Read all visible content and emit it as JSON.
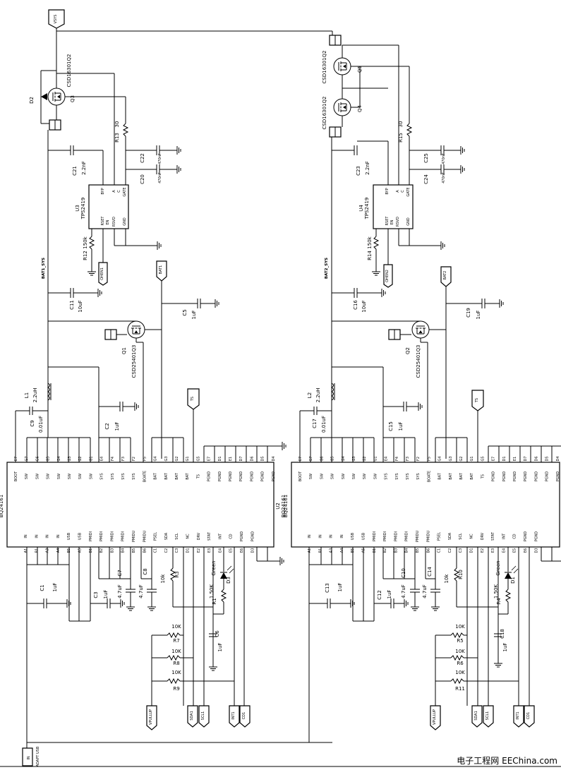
{
  "nets": {
    "vsys": "VSYS",
    "bat1_sys": "BAT1_SYS",
    "bat2_sys": "BAT2_SYS",
    "bat1": "BAT1",
    "bat2": "BAT2",
    "ts": "TS",
    "ts2": "TS",
    "ohen1": "OHEN1",
    "ohen2": "OHEN2",
    "in": "IN",
    "in_sub": "ADAPT USB",
    "vpullup1": "VPULLUP",
    "vpullup2": "VPULLUP",
    "sda1": "SDA1",
    "scl1": "SCL1",
    "int1": "INT1",
    "cd1": "CD1",
    "sda2": "SDA1",
    "scl2": "SCL1",
    "int2": "INT1",
    "cd2": "CD1"
  },
  "chargers": [
    {
      "ref": "U2",
      "part": "BQ24161",
      "top_pins": [
        "BOOT",
        "SW",
        "SW",
        "SW",
        "SW",
        "SW",
        "SW",
        "SW",
        "SYS",
        "SYS",
        "SYS",
        "SYS",
        "BOATE",
        "BAT",
        "BAT",
        "BAT",
        "BAT",
        "TS",
        "PGND",
        "PGND",
        "PGND",
        "PGND",
        "PGND",
        "PGND",
        "PGND"
      ],
      "top_nums": [
        "E7",
        "G7",
        "G6",
        "G5",
        "G4",
        "G3",
        "G2",
        "G1",
        "E4",
        "F4",
        "F3",
        "F2",
        "F5",
        "G4",
        "G3",
        "G2",
        "G1",
        "G5",
        "E7",
        "D1",
        "E1",
        "D7",
        "D6",
        "D5",
        "D4"
      ],
      "bot_pins": [
        "IN",
        "IN",
        "IN",
        "IN",
        "USB",
        "USB",
        "PMIDI",
        "PMIDI",
        "PMIDI",
        "PMIDI",
        "PMIDU",
        "PMIDU",
        "PSEL",
        "SDA",
        "SCL",
        "NC",
        "DRV",
        "STAT",
        "INT",
        "CD",
        "PGND",
        "PGND"
      ],
      "bot_nums": [
        "A1",
        "B1",
        "A3",
        "A4",
        "B5",
        "A5",
        "B1",
        "B2",
        "B3",
        "B4",
        "B5",
        "B6",
        "C1",
        "C2",
        "C3",
        "D1",
        "E2",
        "E3",
        "E4",
        "E5",
        "E6",
        "D3"
      ]
    },
    {
      "ref": "U2",
      "part": "BQ24161",
      "top_pins": [
        "BOOT",
        "SW",
        "SW",
        "SW",
        "SW",
        "SW",
        "SW",
        "SW",
        "SYS",
        "SYS",
        "SYS",
        "SYS",
        "BOATE",
        "BAT",
        "BAT",
        "BAT",
        "BAT",
        "TS",
        "PGND",
        "PGND",
        "PGND",
        "PGND",
        "PGND",
        "PGND",
        "PGND"
      ],
      "top_nums": [
        "E7",
        "G7",
        "G6",
        "G5",
        "G4",
        "G3",
        "G2",
        "G1",
        "E4",
        "F4",
        "F3",
        "F2",
        "F5",
        "G4",
        "G3",
        "G2",
        "G1",
        "G5",
        "E7",
        "D1",
        "E1",
        "D7",
        "D6",
        "D5",
        "D4"
      ],
      "bot_pins": [
        "IN",
        "IN",
        "IN",
        "IN",
        "USB",
        "USB",
        "PMIDI",
        "PMIDI",
        "PMIDI",
        "PMIDI",
        "PMIDU",
        "PMIDU",
        "PSEL",
        "SDA",
        "SCL",
        "NC",
        "DRV",
        "STAT",
        "INT",
        "CD",
        "PGND",
        "PGND"
      ],
      "bot_nums": [
        "A1",
        "B1",
        "A3",
        "A4",
        "B5",
        "A5",
        "B1",
        "B2",
        "B3",
        "B4",
        "B5",
        "B6",
        "C1",
        "C2",
        "C3",
        "D1",
        "E2",
        "E3",
        "E4",
        "E5",
        "E6",
        "D3"
      ]
    }
  ],
  "controllers": [
    {
      "ref": "U3",
      "part": "TPS2419",
      "pins_top": [
        "BYP",
        "A",
        "C",
        "GATE"
      ],
      "pins_bot": [
        "RSET",
        "EN",
        "RSVD",
        "GND"
      ],
      "nums_top": [
        "8",
        "7",
        "6",
        "5"
      ],
      "nums_bot": [
        "1",
        "2",
        "3",
        "4"
      ]
    },
    {
      "ref": "U4",
      "part": "TPS2419",
      "pins_top": [
        "BYP",
        "A",
        "C",
        "GATE"
      ],
      "pins_bot": [
        "RSET",
        "EN",
        "RSVD",
        "GND"
      ],
      "nums_top": [
        "8",
        "7",
        "6",
        "5"
      ],
      "nums_bot": [
        "1",
        "2",
        "3",
        "4"
      ]
    }
  ],
  "components_left": {
    "d2": "D2",
    "q3": "Q3",
    "q3_part": "CSD16301Q2",
    "r13": "R13",
    "r13_val": "30",
    "c21": "C21",
    "c21_val": "2.2nF",
    "c22": "C22",
    "c22_val": "470nF",
    "c20": "C20",
    "c20_val": "470nF",
    "r12": "R12",
    "r12_val": "150k",
    "c11": "C11",
    "c11_val": "10uF",
    "c5": "C5",
    "c5_val": "1uF",
    "q1": "Q1",
    "q1_part": "CSD25401Q3",
    "l1": "L1",
    "l1_val": "2.2uH",
    "c9": "C9",
    "c9_val": "0.01uF",
    "c2": "C2",
    "c2_val": "1uF",
    "c1": "C1",
    "c1_val": "1uF",
    "c3": "C3",
    "c3_val": "1uF",
    "c7": "C7",
    "c7_val": "4.7uF",
    "c8": "C8",
    "c8_val": "4.7uF",
    "r3": "R3",
    "r3_val": "10k",
    "d3": "D3",
    "d3_val": "Green",
    "r1": "R1",
    "r1_val": "1.50K",
    "c6": "C6",
    "c6_val": "1uF",
    "r7": "R7",
    "r7_val": "10K",
    "r8": "R8",
    "r8_val": "10K",
    "r9": "R9",
    "r9_val": "10K"
  },
  "components_right": {
    "q5": "Q5",
    "q5_part": "CSD16301Q2",
    "q4": "Q4",
    "q4_part": "CSD16301Q2",
    "r15": "R15",
    "r15_val": "30",
    "c23": "C23",
    "c23_val": "2.2nF",
    "c25": "C25",
    "c25_val": "470nF",
    "c24": "C24",
    "c24_val": "470nF",
    "r14": "R14",
    "r14_val": "150k",
    "c16": "C16",
    "c16_val": "10uF",
    "c19": "C19",
    "c19_val": "1uF",
    "q2": "Q2",
    "q2_part": "CSD25401Q3",
    "l2": "L2",
    "l2_val": "2.2uH",
    "c17": "C17",
    "c17_val": "0.01uF",
    "c15": "C15",
    "c15_val": "1uF",
    "c13": "C13",
    "c13_val": "1uF",
    "c12": "C12",
    "c12_val": "1uF",
    "c10": "C10",
    "c10_val": "4.7uF",
    "c14": "C14",
    "c14_val": "4.7uF",
    "r10": "R10",
    "r10_val": "10k",
    "d1": "D1",
    "d1_val": "Green",
    "r4": "R4",
    "r4_val": "1.50K",
    "c18": "C18",
    "c18_val": "1uF",
    "r5": "R5",
    "r5_val": "10K",
    "r6": "R6",
    "r6_val": "10K",
    "r11": "R11",
    "r11_val": "10K"
  },
  "watermark": "电子工程网  EEChina.com"
}
